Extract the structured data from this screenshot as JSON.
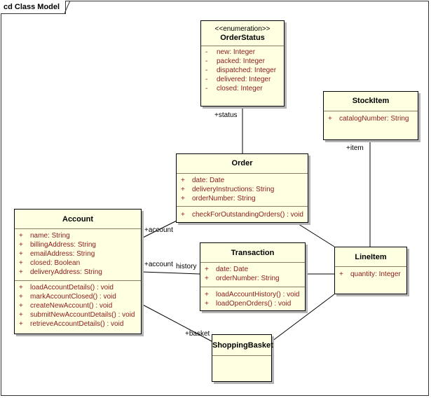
{
  "frame": {
    "title": "cd Class Model"
  },
  "classes": {
    "orderstatus": {
      "stereotype": "<<enumeration>>",
      "name": "OrderStatus",
      "attributes": [
        {
          "vis": "-",
          "text": "new:  Integer"
        },
        {
          "vis": "-",
          "text": "packed:  Integer"
        },
        {
          "vis": "-",
          "text": "dispatched:  Integer"
        },
        {
          "vis": "-",
          "text": "delivered:  Integer"
        },
        {
          "vis": "-",
          "text": "closed:  Integer"
        }
      ]
    },
    "stockitem": {
      "name": "StockItem",
      "attributes": [
        {
          "vis": "+",
          "text": "catalogNumber:  String"
        }
      ]
    },
    "order": {
      "name": "Order",
      "attributes": [
        {
          "vis": "+",
          "text": "date:  Date"
        },
        {
          "vis": "+",
          "text": "deliveryInstructions:  String"
        },
        {
          "vis": "+",
          "text": "orderNumber:  String"
        }
      ],
      "operations": [
        {
          "vis": "+",
          "text": "checkForOutstandingOrders() : void"
        }
      ]
    },
    "account": {
      "name": "Account",
      "attributes": [
        {
          "vis": "+",
          "text": "name:  String"
        },
        {
          "vis": "+",
          "text": "billingAddress:  String"
        },
        {
          "vis": "+",
          "text": "emailAddress:  String"
        },
        {
          "vis": "+",
          "text": "closed:  Boolean"
        },
        {
          "vis": "+",
          "text": "deliveryAddress:  String"
        }
      ],
      "operations": [
        {
          "vis": "+",
          "text": "loadAccountDetails() : void"
        },
        {
          "vis": "+",
          "text": "markAccountClosed() : void"
        },
        {
          "vis": "+",
          "text": "createNewAccount() : void"
        },
        {
          "vis": "+",
          "text": "submitNewAccountDetails() : void"
        },
        {
          "vis": "+",
          "text": "retrieveAccountDetails() : void"
        }
      ]
    },
    "transaction": {
      "name": "Transaction",
      "attributes": [
        {
          "vis": "+",
          "text": "date:  Date"
        },
        {
          "vis": "+",
          "text": "orderNumber:  String"
        }
      ],
      "operations": [
        {
          "vis": "+",
          "text": "loadAccountHistory() : void"
        },
        {
          "vis": "+",
          "text": "loadOpenOrders() : void"
        }
      ]
    },
    "lineitem": {
      "name": "LineItem",
      "attributes": [
        {
          "vis": "+",
          "text": "quantity:  Integer"
        }
      ]
    },
    "shoppingbasket": {
      "name": "ShoppingBasket"
    }
  },
  "roles": {
    "status": "+status",
    "item": "+item",
    "account_order": "+account",
    "account_transaction": "+account",
    "history": "history",
    "basket": "+basket"
  }
}
